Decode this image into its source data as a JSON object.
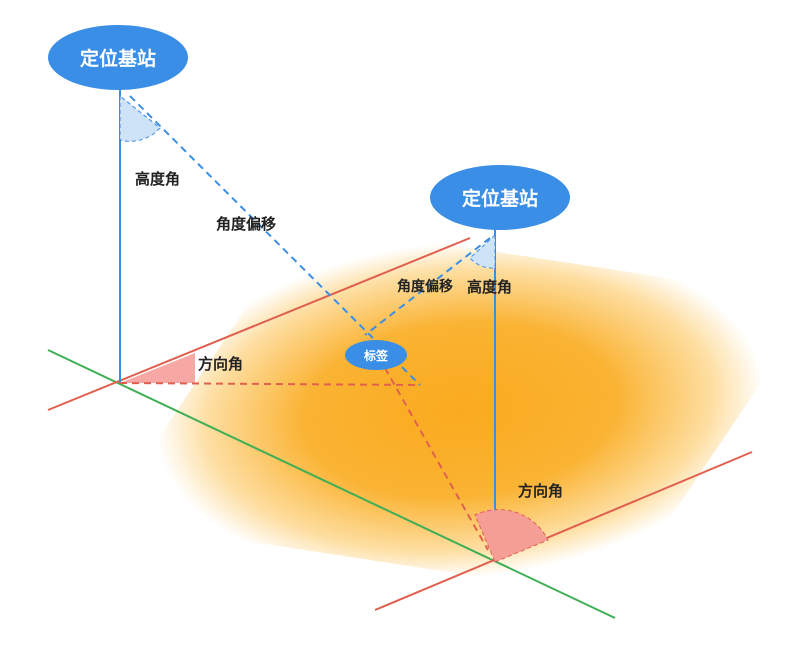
{
  "nodes": {
    "station1": "定位基站",
    "station2": "定位基站",
    "tag": "标签"
  },
  "labels": {
    "elev1": "高度角",
    "offset1": "角度偏移",
    "offset2": "角度偏移",
    "elev2": "高度角",
    "azim1": "方向角",
    "azim2": "方向角"
  },
  "colors": {
    "station": "#3a8ee6",
    "red": "#e0604f",
    "green": "#3fae55",
    "dash_blue": "#3a8ee6",
    "glow": "#f9ab1e"
  }
}
